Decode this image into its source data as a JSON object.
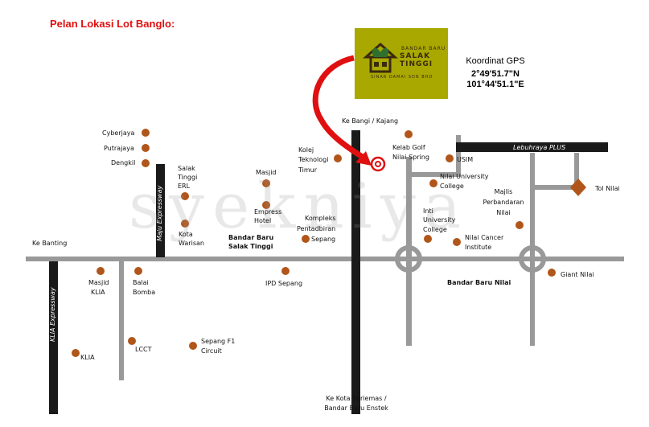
{
  "title": "Pelan Lokasi Lot Banglo:",
  "logo": {
    "line1": "BANDAR BARU",
    "line2": "SALAK TINGGI",
    "line3": "SINAR DAMAI SDN BHD"
  },
  "gps": {
    "heading": "Koordinat GPS",
    "lat": "2°49'51.7\"N",
    "lon": "101°44'51.1\"E"
  },
  "watermark": "syekniya",
  "roads": {
    "ke_bangi": "Ke Bangi / Kajang",
    "ke_kota_line1": "Ke Kota Seriemas /",
    "ke_kota_line2": "Bandar Baru Enstek",
    "ke_banting": "Ke Banting",
    "lebuhraya": "Lebuhraya PLUS",
    "maju": "Maju Expressway",
    "klia_exp": "KLIA Expressway",
    "tol_nilai": "Tol Nilai"
  },
  "places": {
    "cyberjaya": "Cyberjaya",
    "putrajaya": "Putrajaya",
    "dengkil": "Dengkil",
    "salak_erl": [
      "Salak",
      "Tinggi",
      "ERL"
    ],
    "kota_warisan": [
      "Kota",
      "Warisan"
    ],
    "masjid": "Masjid",
    "empress": [
      "Empress",
      "Hotel"
    ],
    "bbst": [
      "Bandar Baru",
      "Salak Tinggi"
    ],
    "kolej": [
      "Kolej",
      "Teknologi",
      "Timur"
    ],
    "kompleks": [
      "Kompleks",
      "Pentadbiran",
      "Sepang"
    ],
    "kelab_golf": [
      "Kelab Golf",
      "Nilai Spring"
    ],
    "usim": "USIM",
    "nilai_uni": [
      "Nilai University",
      "College"
    ],
    "majlis": [
      "Majlis",
      "Perbandaran",
      "Nilai"
    ],
    "inti": [
      "Inti",
      "University",
      "College"
    ],
    "nilai_cancer": [
      "Nilai Cancer",
      "Institute"
    ],
    "bb_nilai": "Bandar Baru Nilai",
    "giant": "Giant Nilai",
    "masjid_klia": [
      "Masjid",
      "KLIA"
    ],
    "balai": [
      "Balai",
      "Bomba"
    ],
    "ipd": "IPD Sepang",
    "lcct": "LCCT",
    "sepang_f1": [
      "Sepang F1",
      "Circuit"
    ],
    "klia": "KLIA"
  },
  "colors": {
    "road_grey": "#999999",
    "highway_black": "#1a1a1a",
    "marker": "#b0561a",
    "arrow_red": "#e01010",
    "title_red": "#e01010",
    "logo_bg": "#a8a800"
  }
}
